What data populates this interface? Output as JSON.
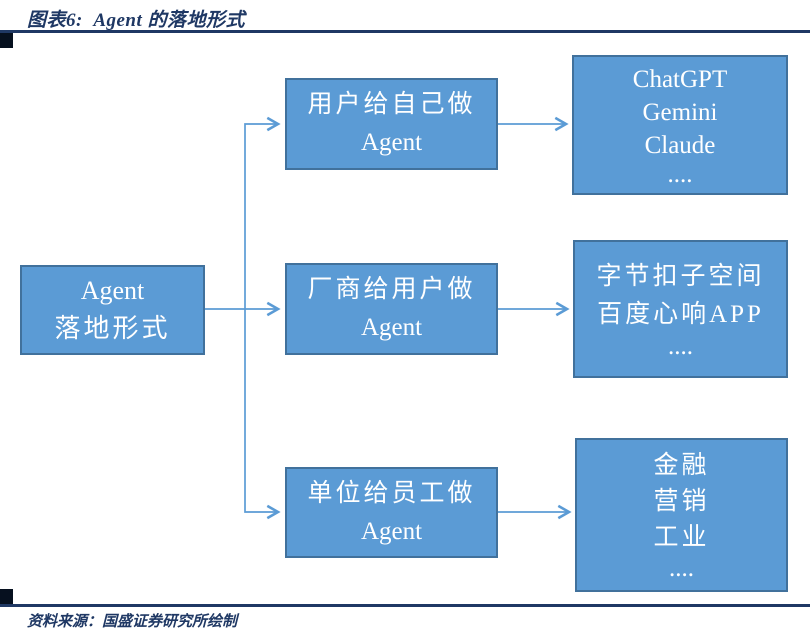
{
  "header": {
    "title": "图表6:  Agent 的落地形式"
  },
  "footer": {
    "source": "资料来源：国盛证券研究所绘制"
  },
  "colors": {
    "accent_navy": "#1F3864",
    "box_fill": "#5B9BD5",
    "box_border": "#41719C",
    "connector": "#5B9BD5",
    "box_text": "#FFFFFF",
    "corner_square": "#06101f"
  },
  "diagram": {
    "root": {
      "lines": [
        "Agent",
        "落地形式"
      ]
    },
    "branches": [
      {
        "label_lines": [
          "用户给自己做",
          "Agent"
        ],
        "examples": [
          "ChatGPT",
          "Gemini",
          "Claude",
          "...."
        ]
      },
      {
        "label_lines": [
          "厂商给用户做",
          "Agent"
        ],
        "examples": [
          "字节扣子空间",
          "百度心响APP",
          "...."
        ]
      },
      {
        "label_lines": [
          "单位给员工做",
          "Agent"
        ],
        "examples": [
          "金融",
          "营销",
          "工业",
          "...."
        ]
      }
    ]
  }
}
